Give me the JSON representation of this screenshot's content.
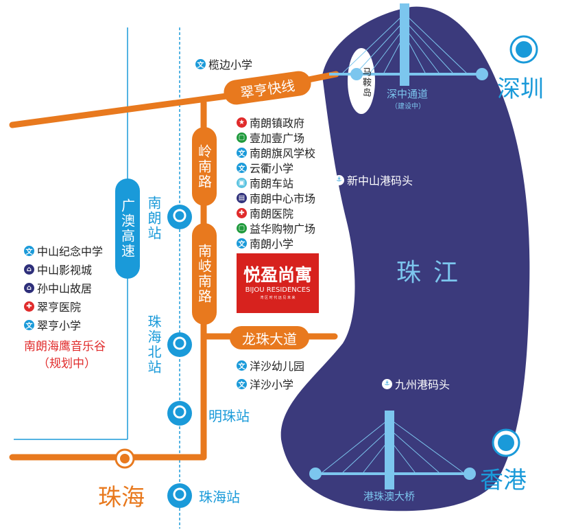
{
  "roads": {
    "cuiheng": "翠亨快线",
    "lingnan": "岭南路",
    "nanqinan": "南岐南路",
    "longzhu": "龙珠大道",
    "guangao": "广澳高速"
  },
  "stations": {
    "nanlang": "南朗站",
    "zhuhai_north": "珠海北站",
    "mingzhu": "明珠站",
    "zhuhai": "珠海站"
  },
  "cities": {
    "zhuhai": "珠海",
    "shenzhen": "深圳",
    "hongkong": "香港"
  },
  "water": {
    "river": "珠江",
    "island": "马鞍岛",
    "shenzhong": "深中通道",
    "shenzhong_status": "（建设中）",
    "hzmb": "港珠澳大桥",
    "port1": "新中山港码头",
    "port2": "九州港码头"
  },
  "poi_top": "榄边小学",
  "poi_right": [
    {
      "label": "南朗镇政府",
      "icon": "star-icon",
      "color": "#e02b2b"
    },
    {
      "label": "壹加壹广场",
      "icon": "shopping-bag-icon",
      "color": "#1f9a3c"
    },
    {
      "label": "南朗旗风学校",
      "icon": "school-icon",
      "color": "#1a9ad9"
    },
    {
      "label": "云衢小学",
      "icon": "school-icon",
      "color": "#1a9ad9"
    },
    {
      "label": "南朗车站",
      "icon": "bus-icon",
      "color": "#5bc3e0"
    },
    {
      "label": "南朗中心市场",
      "icon": "market-icon",
      "color": "#2e2f7a"
    },
    {
      "label": "南朗医院",
      "icon": "hospital-icon",
      "color": "#e02b2b"
    },
    {
      "label": "益华购物广场",
      "icon": "shopping-bag-icon",
      "color": "#1f9a3c"
    },
    {
      "label": "南朗小学",
      "icon": "school-icon",
      "color": "#1a9ad9"
    }
  ],
  "poi_left": [
    {
      "label": "中山纪念中学",
      "icon": "school-icon",
      "color": "#1a9ad9"
    },
    {
      "label": "中山影视城",
      "icon": "museum-icon",
      "color": "#2e2f7a"
    },
    {
      "label": "孙中山故居",
      "icon": "museum-icon",
      "color": "#2e2f7a"
    },
    {
      "label": "翠亨医院",
      "icon": "hospital-icon",
      "color": "#e02b2b"
    },
    {
      "label": "翠亨小学",
      "icon": "school-icon",
      "color": "#1a9ad9"
    }
  ],
  "poi_planned": {
    "name": "南朗海鹰音乐谷",
    "status": "（规划中）"
  },
  "poi_longzhu": [
    {
      "label": "洋沙幼儿园",
      "icon": "school-icon",
      "color": "#1a9ad9"
    },
    {
      "label": "洋沙小学",
      "icon": "school-icon",
      "color": "#1a9ad9"
    }
  ],
  "logo": {
    "name": "悦盈尚寓",
    "en": "BIJOU RESIDENCES",
    "slogan": "湾 区 时 代  远 见 未 来"
  }
}
